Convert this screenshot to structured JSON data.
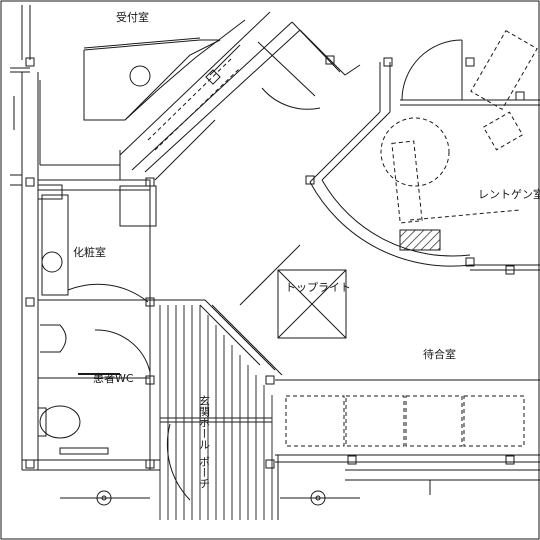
{
  "rooms": {
    "reception": "受付室",
    "powder_room": "化粧室",
    "patient_wc": "患者WC",
    "top_light": "トップライト",
    "waiting_room": "待合室",
    "xray_room": "レントゲン室",
    "entrance_hall": "玄関ホール",
    "porch": "ポーチ"
  },
  "colors": {
    "line": "#1a1a1a",
    "background": "#ffffff",
    "hatch": "#1a1a1a"
  }
}
